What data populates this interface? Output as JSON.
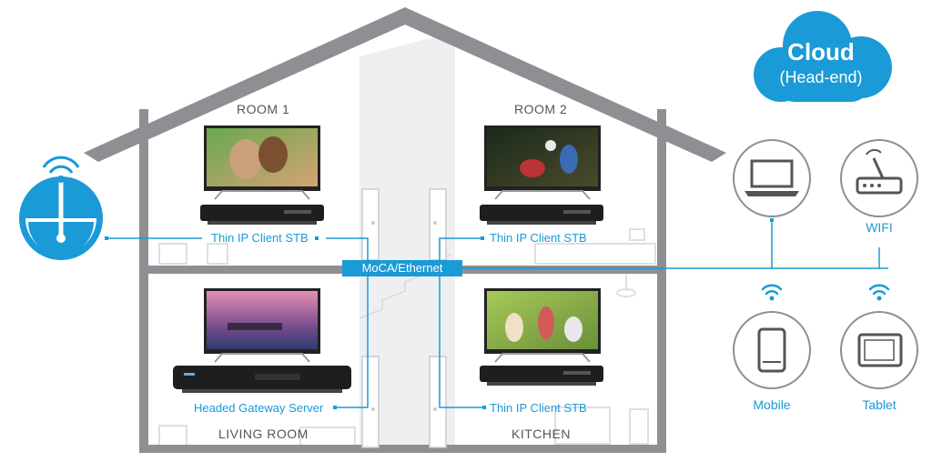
{
  "rooms": {
    "room1": "ROOM 1",
    "room2": "ROOM 2",
    "living_room": "LIVING ROOM",
    "kitchen": "KITCHEN"
  },
  "connections": {
    "stb_room1": "Thin IP Client STB",
    "stb_room2": "Thin IP Client STB",
    "gateway": "Headed Gateway Server",
    "stb_kitchen": "Thin IP Client STB",
    "network": "MoCA/Ethernet"
  },
  "cloud": {
    "title": "Cloud",
    "subtitle": "(Head-end)"
  },
  "devices": {
    "wifi": "WIFI",
    "mobile": "Mobile",
    "tablet": "Tablet"
  },
  "icons": [
    "satellite-dish-icon",
    "laptop-icon",
    "router-icon",
    "wifi-signal-icon",
    "mobile-phone-icon",
    "tablet-icon",
    "cloud-icon",
    "tv-icon",
    "set-top-box-icon"
  ],
  "colors": {
    "accent": "#1a9ad6",
    "house": "#8d8f93",
    "house_light": "#e6e7e8"
  }
}
